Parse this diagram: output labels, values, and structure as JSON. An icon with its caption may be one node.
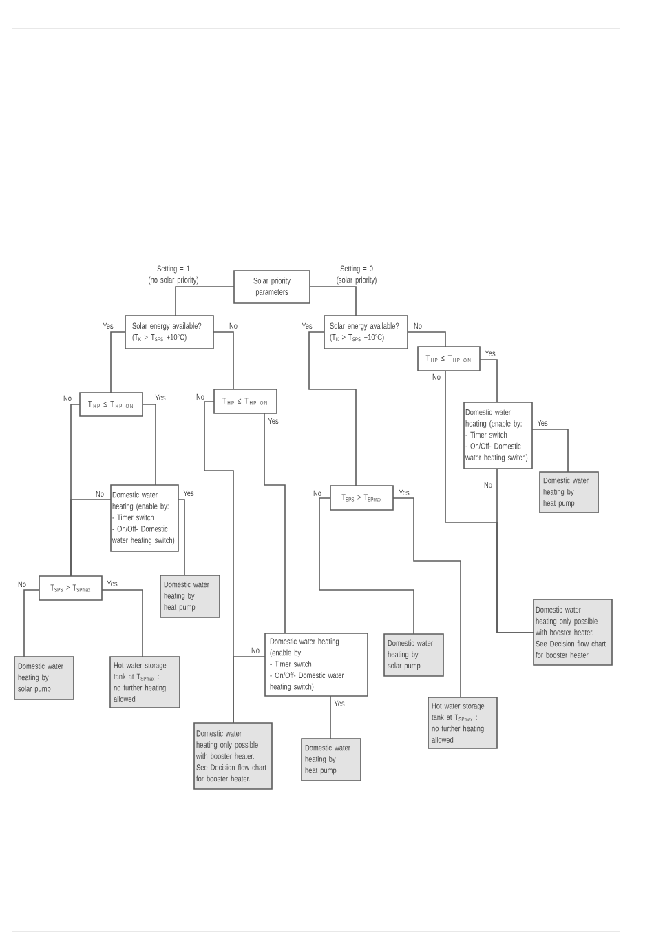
{
  "diagram": {
    "nodes": [
      {
        "text": [
          "Solar priority parameters"
        ]
      },
      {
        "text": [
          "Solar energy available?",
          "(T$_{K}$ > T$_{SPS}$ +10°C)"
        ]
      },
      {
        "text": [
          "Solar energy available?",
          "(T$_{K}$ > T$_{SPS}$ +10°C)"
        ]
      },
      {
        "text": [
          "\\mathrm{T}_{\\mathrm{HP}} \\mathrel{≤} \\mathrm{T}_{\\mathrm{HP\\ ON}}"
        ]
      },
      {
        "text": [
          "\\mathrm{T}_{\\mathrm{HP}} \\mathrel{≤} \\mathrm{T}_{\\mathrm{HP\\ ON}}"
        ]
      },
      {
        "text": [
          "\\mathrm{T}_{\\mathrm{HP}} \\mathrel{≤} \\mathrm{T}_{\\mathrm{HP\\ ON}}"
        ]
      },
      {
        "text": [
          "Domestic water heating (enable by:",
          "- Timer switch",
          "- On/Off- Domestic water heating switch)"
        ]
      },
      {
        "text": [
          "Domestic water heating by heat pump"
        ]
      },
      {
        "text": [
          "Domestic water heating (enable by:",
          "- Timer switch",
          "- On/Off- Domestic water heating switch)"
        ]
      },
      {
        "text": [
          "T$_{SPS}$ > T$_{SPmax}$"
        ]
      },
      {
        "text": [
          "T$_{SPS}$ > T$_{SPmax}$"
        ]
      },
      {
        "text": [
          "Domestic water heating by heat pump"
        ]
      },
      {
        "text": [
          "Domestic water heating only possible with booster heater. See Decision flow chart for booster heater."
        ]
      },
      {
        "text": [
          "Domestic water heating (enable by:",
          "- Timer switch",
          "- On/Off- Domestic water heating switch)"
        ]
      },
      {
        "text": [
          "Domestic water heating by solar pump"
        ]
      },
      {
        "text": [
          "Domestic water heating by solar pump"
        ]
      },
      {
        "text": [
          "Hot water storage tank at T$_{SPmax}$ : no further heating allowed"
        ]
      },
      {
        "text": [
          "Hot water storage tank at T$_{SPmax}$ : no further heating allowed"
        ]
      },
      {
        "text": [
          "Domestic water heating only possible with booster heater. See Decision flow chart for booster heater."
        ]
      },
      {
        "text": [
          "Domestic water heating by heat pump"
        ]
      }
    ],
    "edges": [
      {
        "from": 0,
        "to": 1,
        "arrow": "none",
        "label": "Setting = 1 (no solar priority)"
      },
      {
        "from": 0,
        "to": 2,
        "arrow": "none",
        "label": "Setting = 0 (solar priority)"
      },
      {
        "from": 1,
        "to": 3,
        "arrow": "none",
        "label": "Yes"
      },
      {
        "from": 1,
        "to": 4,
        "arrow": "none",
        "label": "No"
      },
      {
        "from": 2,
        "to": 9,
        "arrow": "none",
        "label": "Yes"
      },
      {
        "from": 2,
        "to": 5,
        "arrow": "none",
        "label": "No"
      },
      {
        "from": 3,
        "to": 10,
        "arrow": "none",
        "label": "No"
      },
      {
        "from": 3,
        "to": 8,
        "arrow": "none",
        "label": "Yes"
      },
      {
        "from": 4,
        "to": 18,
        "arrow": "none",
        "label": "No"
      },
      {
        "from": 4,
        "to": 13,
        "arrow": "none",
        "label": "Yes"
      },
      {
        "from": 5,
        "to": 6,
        "arrow": "none",
        "label": "Yes"
      },
      {
        "from": 5,
        "to": 12,
        "arrow": "none",
        "label": "No"
      },
      {
        "from": 6,
        "to": 7,
        "arrow": "none",
        "label": "Yes"
      },
      {
        "from": 6,
        "to": 12,
        "arrow": "none",
        "label": "No"
      },
      {
        "from": 8,
        "to": 10,
        "arrow": "none",
        "label": "No"
      },
      {
        "from": 8,
        "to": 11,
        "arrow": "none",
        "label": "Yes"
      },
      {
        "from": 9,
        "to": 14,
        "arrow": "none",
        "label": "No"
      },
      {
        "from": 9,
        "to": 17,
        "arrow": "none",
        "label": "Yes"
      },
      {
        "from": 10,
        "to": 15,
        "arrow": "none",
        "label": "No"
      },
      {
        "from": 10,
        "to": 16,
        "arrow": "none",
        "label": "Yes"
      },
      {
        "from": 13,
        "to": 18,
        "arrow": "none",
        "label": "No"
      },
      {
        "from": 13,
        "to": 19,
        "arrow": "none",
        "label": "Yes"
      }
    ]
  }
}
